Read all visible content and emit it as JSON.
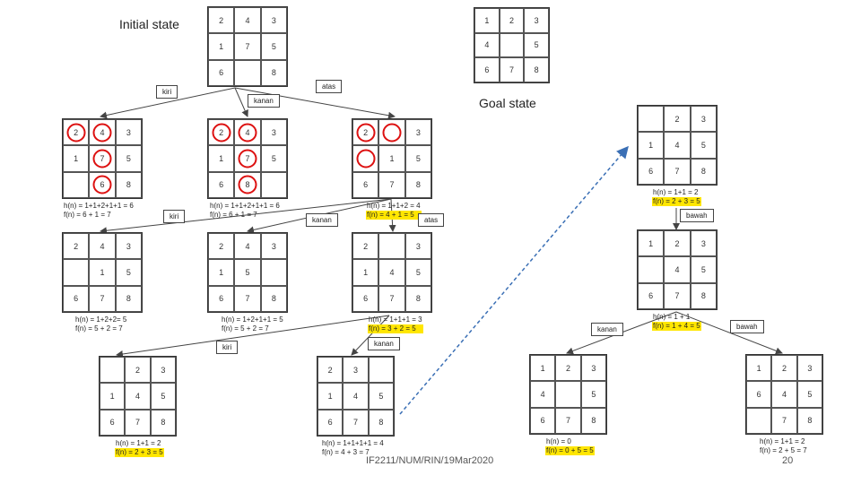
{
  "labels": {
    "initial": "Initial state",
    "goal": "Goal state"
  },
  "footer": {
    "course": "IF2211/NUM/RIN/19Mar2020",
    "page": "20"
  },
  "ops": {
    "o1": "kiri",
    "o2": "kanan",
    "o3": "atas",
    "o4": "kiri",
    "o5": "kanan",
    "o6": "atas",
    "o7": "kiri",
    "o8": "kanan",
    "o9": "bawah",
    "o10": "kanan",
    "o11": "bawah"
  },
  "boards": {
    "initial": [
      "2",
      "4",
      "3",
      "1",
      "7",
      "5",
      "6",
      "",
      "8"
    ],
    "goal": [
      "1",
      "2",
      "3",
      "4",
      "",
      "5",
      "6",
      "7",
      "8"
    ],
    "l1a": [
      "2",
      "4",
      "3",
      "1",
      "7",
      "5",
      "",
      "6",
      "8"
    ],
    "l1b": [
      "2",
      "4",
      "3",
      "1",
      "7",
      "5",
      "6",
      "8",
      ""
    ],
    "l1c": [
      "2",
      "",
      "3",
      "",
      "1",
      "5",
      "6",
      "7",
      "8"
    ],
    "l2a": [
      "2",
      "4",
      "3",
      "",
      "1",
      "5",
      "6",
      "7",
      "8"
    ],
    "l2b": [
      "2",
      "4",
      "3",
      "1",
      "5",
      "",
      "6",
      "7",
      "8"
    ],
    "l2c": [
      "2",
      "",
      "3",
      "1",
      "4",
      "5",
      "6",
      "7",
      "8"
    ],
    "l3a": [
      "",
      "2",
      "3",
      "1",
      "4",
      "5",
      "6",
      "7",
      "8"
    ],
    "l3b": [
      "2",
      "3",
      "",
      "1",
      "4",
      "5",
      "6",
      "7",
      "8"
    ],
    "r1": [
      "",
      "2",
      "3",
      "1",
      "4",
      "5",
      "6",
      "7",
      "8"
    ],
    "r2": [
      "1",
      "2",
      "3",
      "",
      "4",
      "5",
      "6",
      "7",
      "8"
    ],
    "r3a": [
      "1",
      "2",
      "3",
      "4",
      "",
      "5",
      "6",
      "7",
      "8"
    ],
    "r3b": [
      "1",
      "2",
      "3",
      "6",
      "4",
      "5",
      "",
      "7",
      "8"
    ]
  },
  "formulas": {
    "l1a": {
      "h": "h(n) = 1+1+2+1+1 = 6",
      "f": "f(n) = 6 + 1 = 7"
    },
    "l1b": {
      "h": "h(n) = 1+1+2+1+1 = 6",
      "f": "f(n) = 6 + 1 = 7"
    },
    "l1c": {
      "h": "h(n) = 1+1+2 = 4",
      "f": "f(n) = 4 + 1 = 5"
    },
    "l2a": {
      "h": "h(n) = 1+2+2= 5",
      "f": "f(n) = 5 + 2 = 7"
    },
    "l2b": {
      "h": "h(n) = 1+2+1+1 = 5",
      "f": "f(n) = 5 + 2 = 7"
    },
    "l2c": {
      "h": "h(n) = 1+1+1 = 3",
      "f": "f(n) = 3 + 2 = 5"
    },
    "l3a": {
      "h": "h(n) = 1+1 = 2",
      "f": "f(n) = 2 + 3 = 5"
    },
    "l3b": {
      "h": "h(n) = 1+1+1+1 = 4",
      "f": "f(n) = 4 + 3 = 7"
    },
    "r1": {
      "h": "h(n) = 1+1 = 2",
      "f": "f(n) = 2 + 3 = 5"
    },
    "r2": {
      "h": "h(n) = 1 + 1",
      "f": "f(n) = 1 + 4 = 5"
    },
    "r3a": {
      "h": "h(n) = 0",
      "f": "f(n) = 0 + 5 = 5"
    },
    "r3b": {
      "h": "h(n) = 1+1 = 2",
      "f": "f(n) = 2 + 5 = 7"
    }
  },
  "colors": {
    "circle": "#d11111",
    "highlight": "#ffe600",
    "dashed_arrow": "#3a6fb5",
    "line": "#444444"
  }
}
